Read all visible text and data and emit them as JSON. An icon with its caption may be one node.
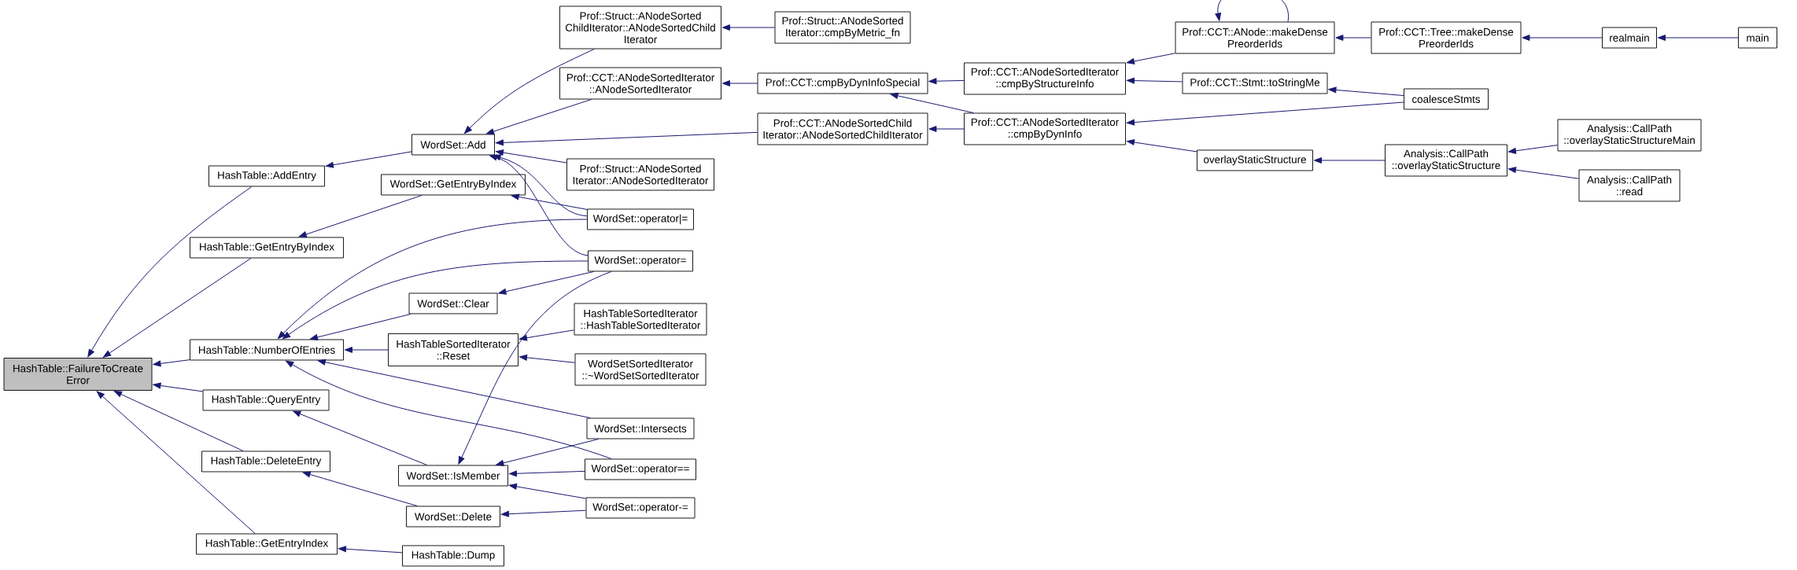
{
  "diagram": {
    "nodes": [
      {
        "text": [
          "HashTable::FailureToCreate Error"
        ]
      },
      {
        "text": [
          "HashTable::AddEntry"
        ]
      },
      {
        "text": [
          "HashTable::GetEntryByIndex"
        ]
      },
      {
        "text": [
          "HashTable::NumberOfEntries"
        ]
      },
      {
        "text": [
          "HashTable::QueryEntry"
        ]
      },
      {
        "text": [
          "HashTable::DeleteEntry"
        ]
      },
      {
        "text": [
          "HashTable::GetEntryIndex"
        ]
      },
      {
        "text": [
          "WordSet::Add"
        ]
      },
      {
        "text": [
          "WordSet::GetEntryByIndex"
        ]
      },
      {
        "text": [
          "WordSet::Clear"
        ]
      },
      {
        "text": [
          "HashTableSortedIterator ::Reset"
        ]
      },
      {
        "text": [
          "WordSet::IsMember"
        ]
      },
      {
        "text": [
          "WordSet::Delete"
        ]
      },
      {
        "text": [
          "HashTable::Dump"
        ]
      },
      {
        "text": [
          "Prof::Struct::ANodeSorted ChildIterator::ANodeSortedChild Iterator"
        ]
      },
      {
        "text": [
          "Prof::CCT::ANodeSortedIterator ::ANodeSortedIterator"
        ]
      },
      {
        "text": [
          "Prof::Struct::ANodeSorted Iterator::ANodeSortedIterator"
        ]
      },
      {
        "text": [
          "WordSet::operator|="
        ]
      },
      {
        "text": [
          "WordSet::operator="
        ]
      },
      {
        "text": [
          "HashTableSortedIterator ::HashTableSortedIterator"
        ]
      },
      {
        "text": [
          "WordSetSortedIterator ::~WordSetSortedIterator"
        ]
      },
      {
        "text": [
          "WordSet::Intersects"
        ]
      },
      {
        "text": [
          "WordSet::operator=="
        ]
      },
      {
        "text": [
          "WordSet::operator-="
        ]
      },
      {
        "text": [
          "Prof::Struct::ANodeSorted Iterator::cmpByMetric_fn"
        ]
      },
      {
        "text": [
          "Prof::CCT::cmpByDynInfoSpecial"
        ]
      },
      {
        "text": [
          "Prof::CCT::ANodeSortedChild Iterator::ANodeSortedChildIterator"
        ]
      },
      {
        "text": [
          "Prof::CCT::ANodeSortedIterator ::cmpByStructureInfo"
        ]
      },
      {
        "text": [
          "Prof::CCT::ANodeSortedIterator ::cmpByDynInfo"
        ]
      },
      {
        "text": [
          "Prof::CCT::ANode::makeDense PreorderIds"
        ]
      },
      {
        "text": [
          "Prof::CCT::Stmt::toStringMe"
        ]
      },
      {
        "text": [
          "overlayStaticStructure"
        ]
      },
      {
        "text": [
          "Prof::CCT::Tree::makeDense PreorderIds"
        ]
      },
      {
        "text": [
          "coalesceStmts"
        ]
      },
      {
        "text": [
          "Analysis::CallPath ::overlayStaticStructure"
        ]
      },
      {
        "text": [
          "realmain"
        ]
      },
      {
        "text": [
          "Analysis::CallPath ::overlayStaticStructureMain"
        ]
      },
      {
        "text": [
          "Analysis::CallPath ::read"
        ]
      },
      {
        "text": [
          "main"
        ]
      }
    ],
    "edges": [
      {
        "from": 1,
        "to": 0,
        "arrow": "to"
      },
      {
        "from": 2,
        "to": 0,
        "arrow": "to"
      },
      {
        "from": 3,
        "to": 0,
        "arrow": "to"
      },
      {
        "from": 4,
        "to": 0,
        "arrow": "to"
      },
      {
        "from": 5,
        "to": 0,
        "arrow": "to"
      },
      {
        "from": 6,
        "to": 0,
        "arrow": "to"
      },
      {
        "from": 7,
        "to": 1,
        "arrow": "to"
      },
      {
        "from": 8,
        "to": 2,
        "arrow": "to"
      },
      {
        "from": 17,
        "to": 3,
        "arrow": "to"
      },
      {
        "from": 18,
        "to": 3,
        "arrow": "to"
      },
      {
        "from": 9,
        "to": 3,
        "arrow": "to"
      },
      {
        "from": 10,
        "to": 3,
        "arrow": "to"
      },
      {
        "from": 21,
        "to": 3,
        "arrow": "to"
      },
      {
        "from": 22,
        "to": 3,
        "arrow": "to"
      },
      {
        "from": 11,
        "to": 4,
        "arrow": "to"
      },
      {
        "from": 12,
        "to": 5,
        "arrow": "to"
      },
      {
        "from": 13,
        "to": 6,
        "arrow": "to"
      },
      {
        "from": 14,
        "to": 7,
        "arrow": "to"
      },
      {
        "from": 15,
        "to": 7,
        "arrow": "to"
      },
      {
        "from": 26,
        "to": 7,
        "arrow": "to"
      },
      {
        "from": 16,
        "to": 7,
        "arrow": "to"
      },
      {
        "from": 17,
        "to": 7,
        "arrow": "to"
      },
      {
        "from": 18,
        "to": 7,
        "arrow": "to"
      },
      {
        "from": 17,
        "to": 8,
        "arrow": "to"
      },
      {
        "from": 18,
        "to": 9,
        "arrow": "to"
      },
      {
        "from": 19,
        "to": 10,
        "arrow": "to"
      },
      {
        "from": 20,
        "to": 10,
        "arrow": "to"
      },
      {
        "from": 18,
        "to": 11,
        "arrow": "to"
      },
      {
        "from": 21,
        "to": 11,
        "arrow": "to"
      },
      {
        "from": 22,
        "to": 11,
        "arrow": "to"
      },
      {
        "from": 23,
        "to": 11,
        "arrow": "to"
      },
      {
        "from": 23,
        "to": 12,
        "arrow": "to"
      },
      {
        "from": 24,
        "to": 14,
        "arrow": "to"
      },
      {
        "from": 25,
        "to": 15,
        "arrow": "to"
      },
      {
        "from": 28,
        "to": 26,
        "arrow": "to"
      },
      {
        "from": 27,
        "to": 25,
        "arrow": "to"
      },
      {
        "from": 28,
        "to": 25,
        "arrow": "to"
      },
      {
        "from": 29,
        "to": 27,
        "arrow": "to"
      },
      {
        "from": 30,
        "to": 27,
        "arrow": "to"
      },
      {
        "from": 33,
        "to": 28,
        "arrow": "to"
      },
      {
        "from": 31,
        "to": 28,
        "arrow": "to"
      },
      {
        "from": 29,
        "to": 29,
        "arrow": "to"
      },
      {
        "from": 32,
        "to": 29,
        "arrow": "to"
      },
      {
        "from": 33,
        "to": 30,
        "arrow": "to"
      },
      {
        "from": 35,
        "to": 32,
        "arrow": "to"
      },
      {
        "from": 38,
        "to": 35,
        "arrow": "to"
      },
      {
        "from": 34,
        "to": 31,
        "arrow": "to"
      },
      {
        "from": 36,
        "to": 34,
        "arrow": "to"
      },
      {
        "from": 37,
        "to": 34,
        "arrow": "to"
      }
    ]
  }
}
